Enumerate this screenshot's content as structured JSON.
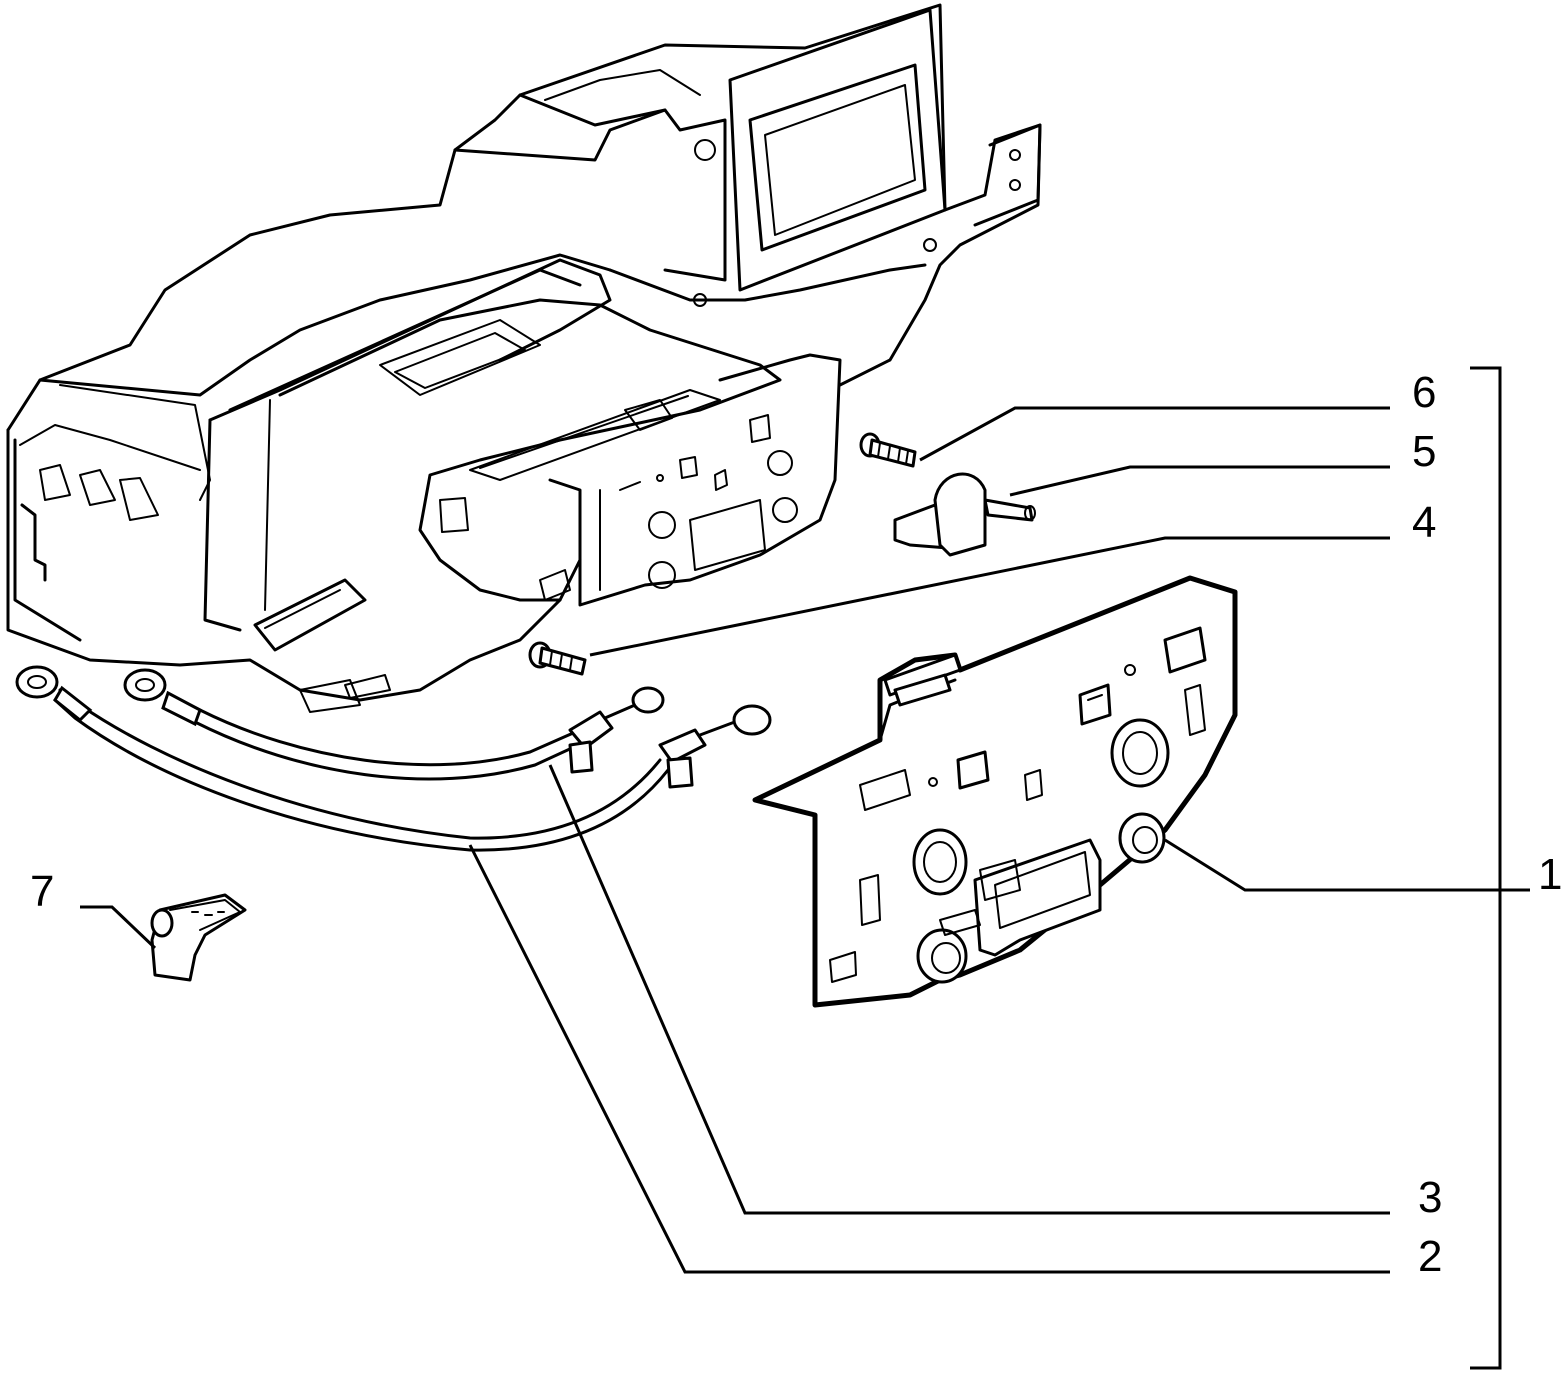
{
  "callouts": {
    "1": "1",
    "2": "2",
    "3": "3",
    "4": "4",
    "5": "5",
    "6": "6",
    "7": "7"
  }
}
